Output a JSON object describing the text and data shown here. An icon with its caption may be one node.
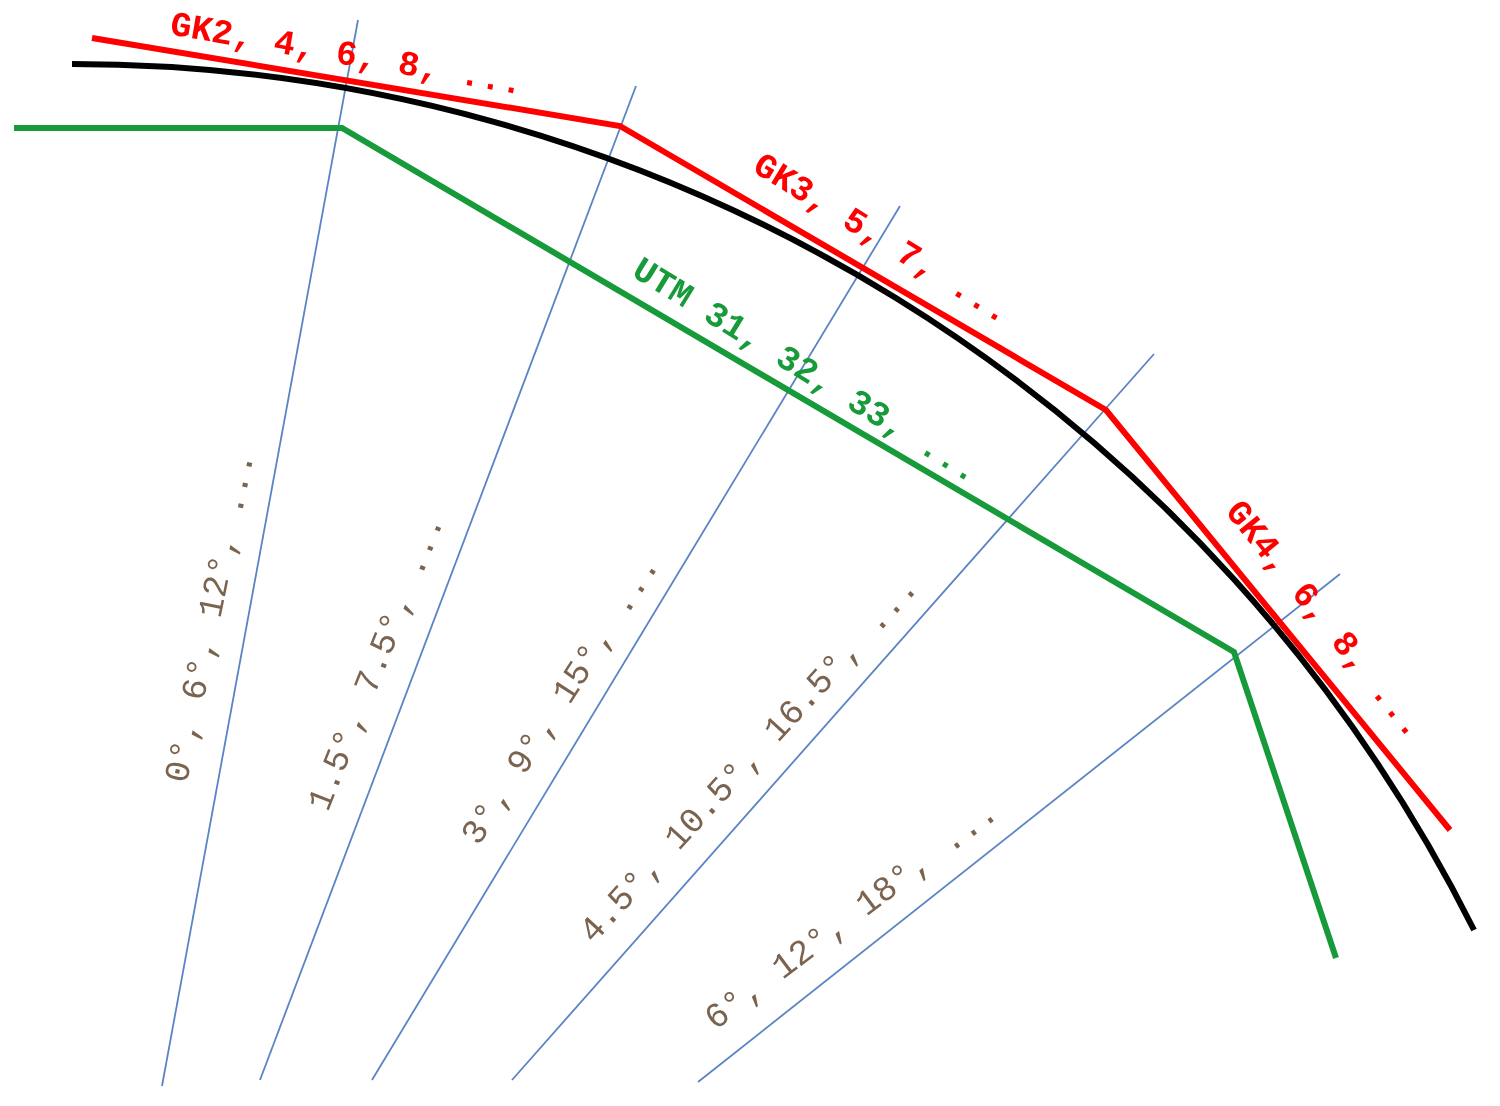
{
  "diagram": {
    "labels": [
      "GK2, 4, 6, 8, ...",
      "GK3, 5, 7, ...",
      "UTM 31, 32, 33, ...",
      "GK4, 6, 8, ...",
      "0°, 6°, 12°, ...",
      "1.5°, 7.5°, ...",
      "3°, 9°, 15°, ...",
      "4.5°, 10.5°, 16.5°, ...",
      "6°, 12°, 18°, ..."
    ]
  }
}
